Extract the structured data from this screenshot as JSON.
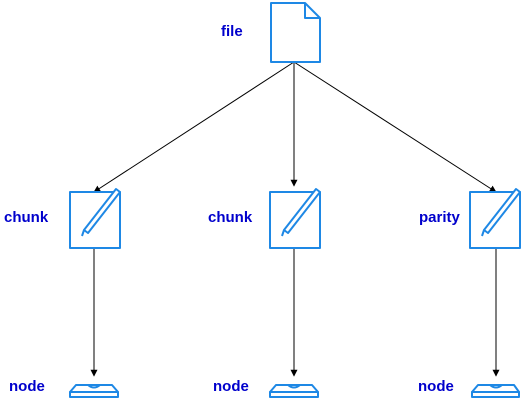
{
  "colors": {
    "label": "#0000cc",
    "icon_stroke": "#1e88e5",
    "icon_fill": "#ffffff",
    "edge": "#000000"
  },
  "file": {
    "label": "file",
    "icon": "document-icon"
  },
  "shards": [
    {
      "label": "chunk",
      "icon": "pencil-note-icon",
      "node_label": "node",
      "node_icon": "storage-node-icon"
    },
    {
      "label": "chunk",
      "icon": "pencil-note-icon",
      "node_label": "node",
      "node_icon": "storage-node-icon"
    },
    {
      "label": "parity",
      "icon": "pencil-note-icon",
      "node_label": "node",
      "node_icon": "storage-node-icon"
    }
  ]
}
